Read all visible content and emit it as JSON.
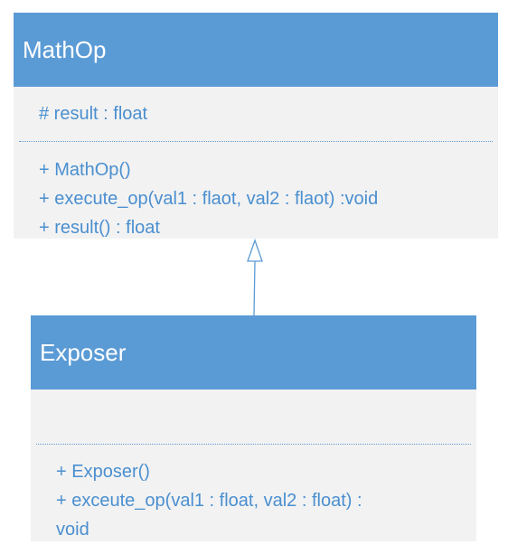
{
  "diagram": {
    "classes": [
      {
        "id": "mathop",
        "name": "MathOp",
        "attributes": [
          "# result : float"
        ],
        "methods": [
          "+ MathOp()",
          "+ execute_op(val1 : flaot, val2 : flaot) :void",
          "+ result() : float"
        ]
      },
      {
        "id": "exposer",
        "name": "Exposer",
        "attributes": [],
        "methods": [
          "+ Exposer()",
          "+ exceute_op(val1 : float, val2 : float) :",
          "void"
        ]
      }
    ],
    "relationships": [
      {
        "type": "inheritance",
        "from": "Exposer",
        "to": "MathOp"
      }
    ],
    "colors": {
      "header_fill": "#5b9bd5",
      "header_text": "#ffffff",
      "body_fill": "#f2f2f2",
      "member_text": "#4a8fd0",
      "connector": "#5b9bd5"
    }
  }
}
